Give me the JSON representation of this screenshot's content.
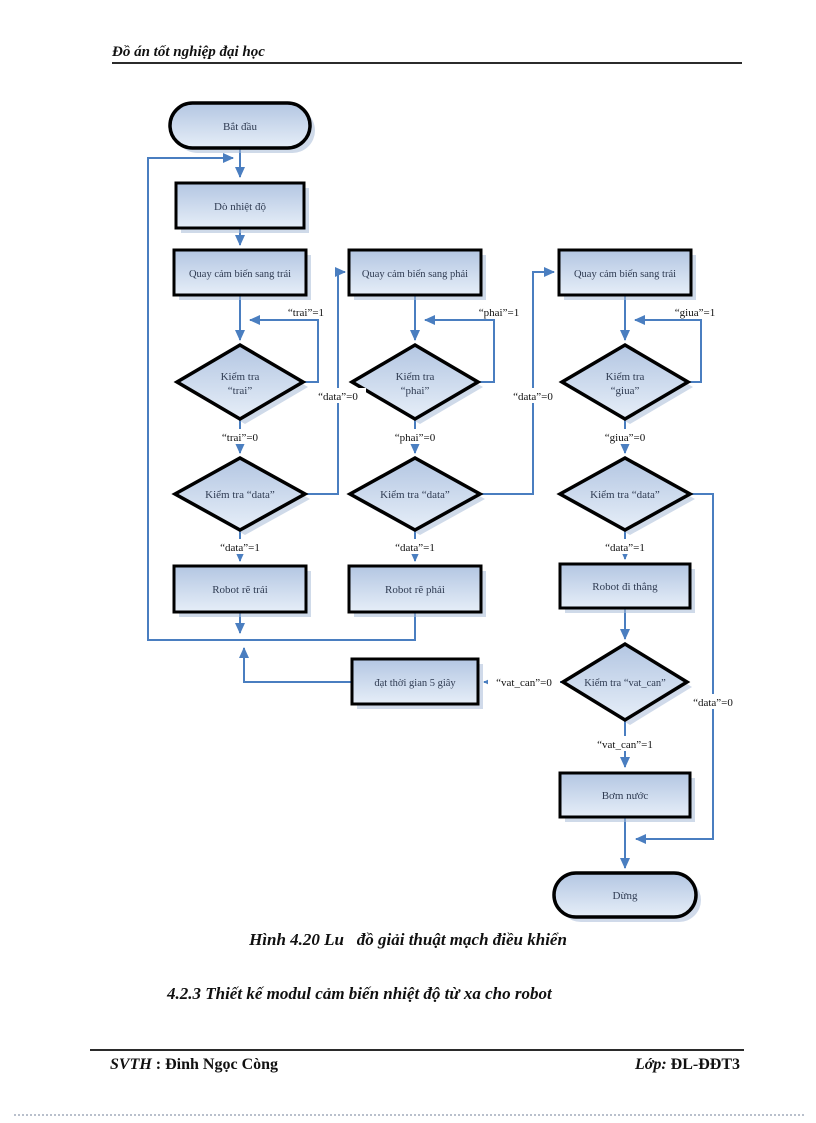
{
  "header": {
    "title": "Đồ án tốt nghiệp đại học"
  },
  "flowchart": {
    "start": "Bắt đầu",
    "detect_temp": "Dò nhiệt độ",
    "rotate_left_1": "Quay cảm biến sang trái",
    "rotate_right": "Quay cảm biến sang phải",
    "rotate_left_2": "Quay cảm biến sang trái",
    "check_prefix": "Kiểm tra",
    "check_trai": "“trai”",
    "check_phai": "“phai”",
    "check_giua": "“giua”",
    "check_data": "Kiểm tra “data”",
    "check_vatcan": "Kiểm tra “vat_can”",
    "robot_left": "Robot rẽ trái",
    "robot_right": "Robot rẽ phải",
    "robot_straight": "Robot đi thẳng",
    "timer": "đạt thời gian 5 giây",
    "pump": "Bơm nước",
    "end": "Dừng",
    "labels": {
      "trai1": "“trai”=1",
      "trai0": "“trai”=0",
      "phai1": "“phai”=1",
      "phai0": "“phai”=0",
      "giua1": "“giua”=1",
      "giua0": "“giua”=0",
      "data0": "“data”=0",
      "data1": "“data”=1",
      "vatcan0": "“vat_can”=0",
      "vatcan1": "“vat_can”=1"
    }
  },
  "caption": "Hình 4.20 Lu   đồ giải thuật mạch điều khiển",
  "section_heading": "4.2.3 Thiết kế modul cảm biến nhiệt độ từ xa cho robot",
  "footer": {
    "left_label": "SVTH",
    "left_sep": " : ",
    "left_name": "Đinh Ngọc Còng",
    "right_label": "Lớp:",
    "right_value": " ĐL-ĐĐT3"
  },
  "colors": {
    "connector": "#4a7ec0",
    "shape_border": "#000000",
    "shape_fill_top": "#b3c6e2",
    "shape_fill_bottom": "#e6eef8",
    "shadow": "#a9bcd8"
  }
}
